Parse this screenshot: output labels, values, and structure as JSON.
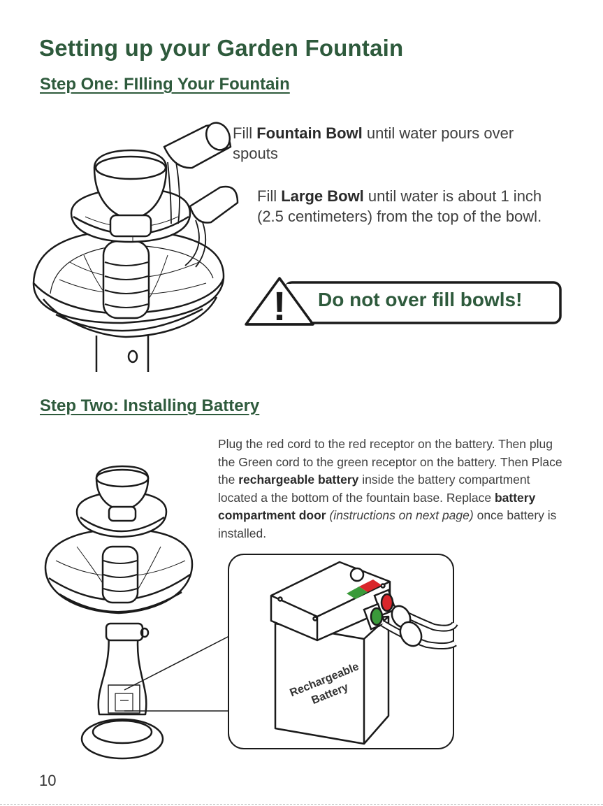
{
  "page": {
    "title": "Setting up your Garden Fountain",
    "page_number": "10"
  },
  "step_one": {
    "heading": "Step One: FIlling Your Fountain",
    "fill_fountain": {
      "prefix": "Fill ",
      "bold": "Fountain Bowl",
      "suffix": " until water pours over spouts"
    },
    "fill_large": {
      "prefix": "Fill ",
      "bold": "Large Bowl",
      "suffix": " until water is about 1 inch (2.5 centimeters) from the top of the bowl."
    },
    "warning": {
      "symbol": "!",
      "text": "Do not over fill bowls!"
    }
  },
  "step_two": {
    "heading": "Step Two: Installing Battery",
    "paragraph": {
      "part1": "Plug the red cord to the red receptor on the battery. Then plug the Green cord to the green receptor on the battery. Then Place the ",
      "bold1": "rechargeable battery",
      "part2": " inside the battery compartment located a the bottom of the fountain base. Replace ",
      "bold2": "battery compartment door",
      "italic": "(instructions on next page)",
      "part3": " once battery is installed."
    },
    "battery_label_line1": "Rechargeable",
    "battery_label_line2": "Battery"
  },
  "colors": {
    "heading_green": "#2e5a3c",
    "connector_red": "#d9262b",
    "connector_green": "#3a9a3a"
  }
}
